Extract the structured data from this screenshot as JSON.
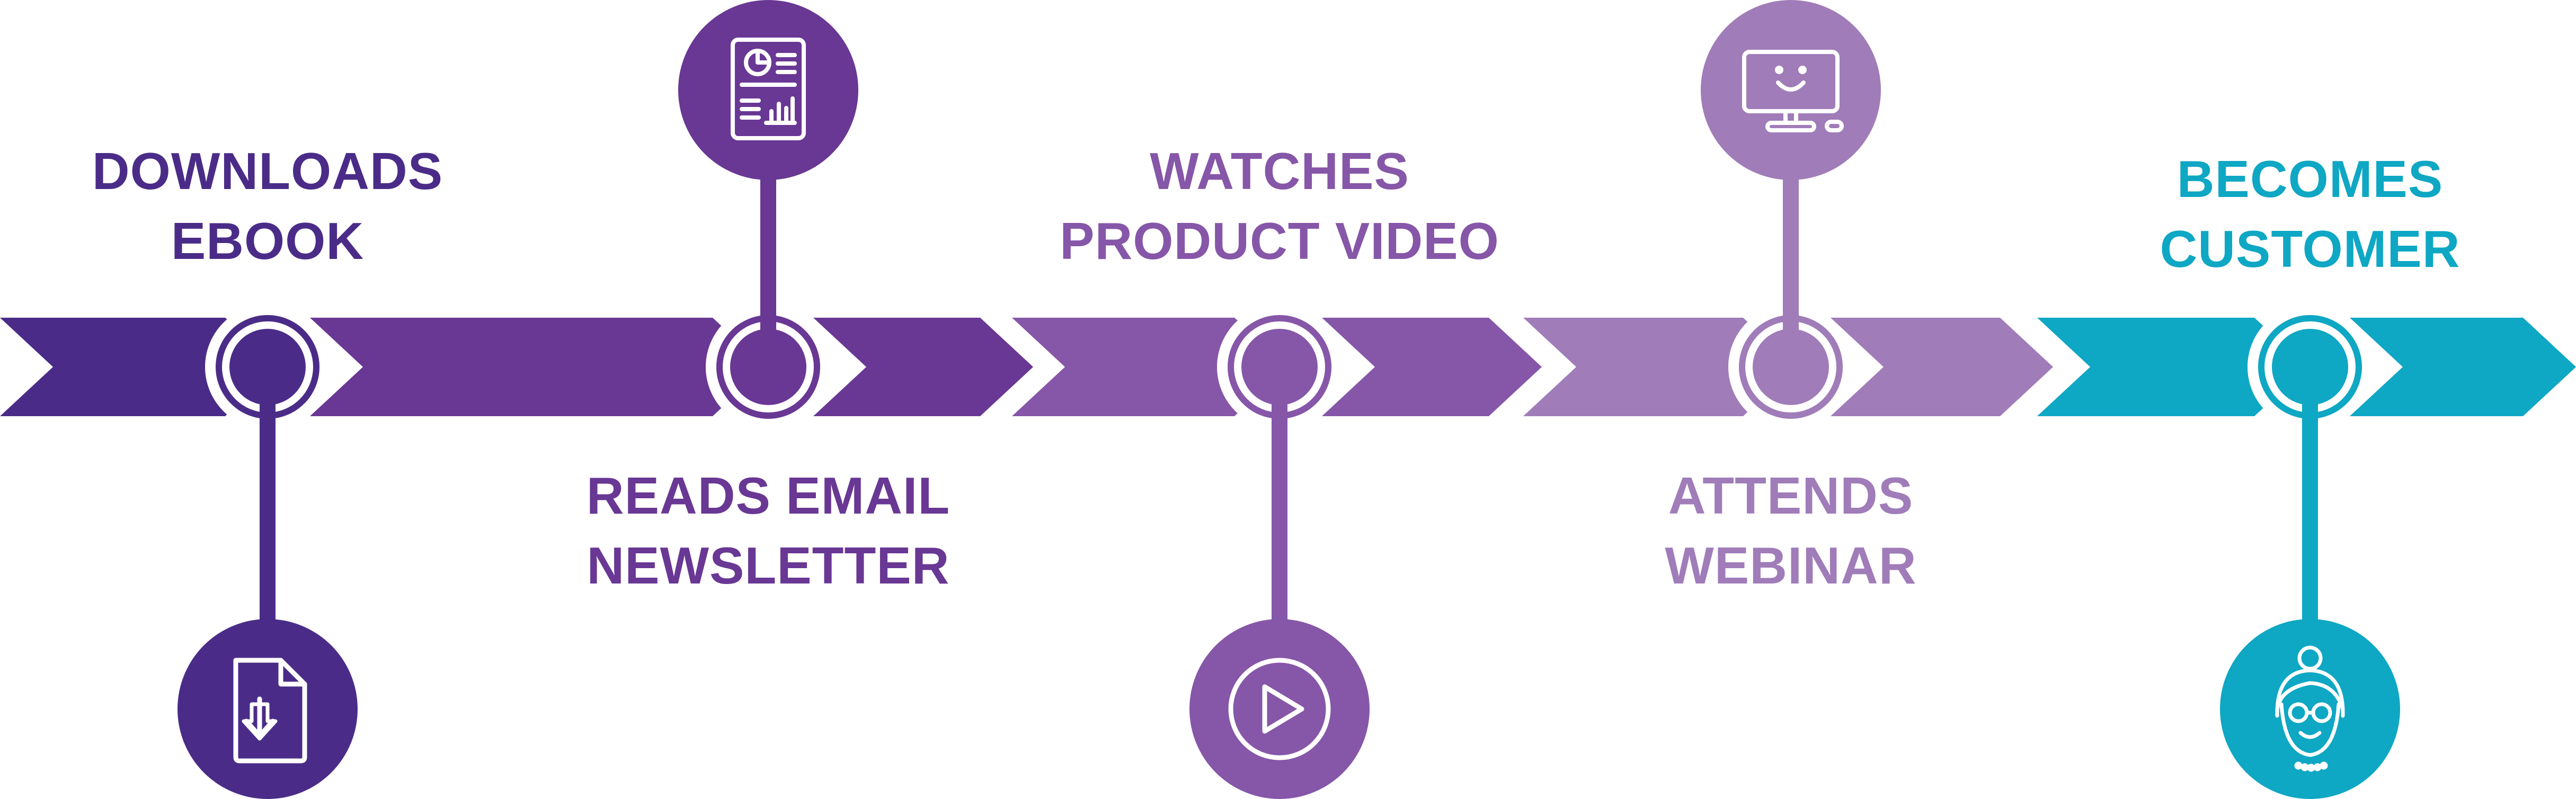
{
  "colors": {
    "stage1": "#4a2c88",
    "stage2": "#693794",
    "stage3": "#8656a8",
    "stage4": "#a07cb9",
    "stage5": "#0ea7c4",
    "background": "#ffffff"
  },
  "stages": [
    {
      "line1": "DOWNLOADS",
      "line2": "EBOOK",
      "icon": "download-document-icon",
      "label_position": "above",
      "icon_position": "below"
    },
    {
      "line1": "READS EMAIL",
      "line2": "NEWSLETTER",
      "icon": "newsletter-document-icon",
      "label_position": "below",
      "icon_position": "above"
    },
    {
      "line1": "WATCHES",
      "line2": "PRODUCT VIDEO",
      "icon": "play-button-icon",
      "label_position": "above",
      "icon_position": "below"
    },
    {
      "line1": "ATTENDS",
      "line2": "WEBINAR",
      "icon": "computer-monitor-icon",
      "label_position": "below",
      "icon_position": "above"
    },
    {
      "line1": "BECOMES",
      "line2": "CUSTOMER",
      "icon": "customer-person-icon",
      "label_position": "above",
      "icon_position": "below"
    }
  ]
}
